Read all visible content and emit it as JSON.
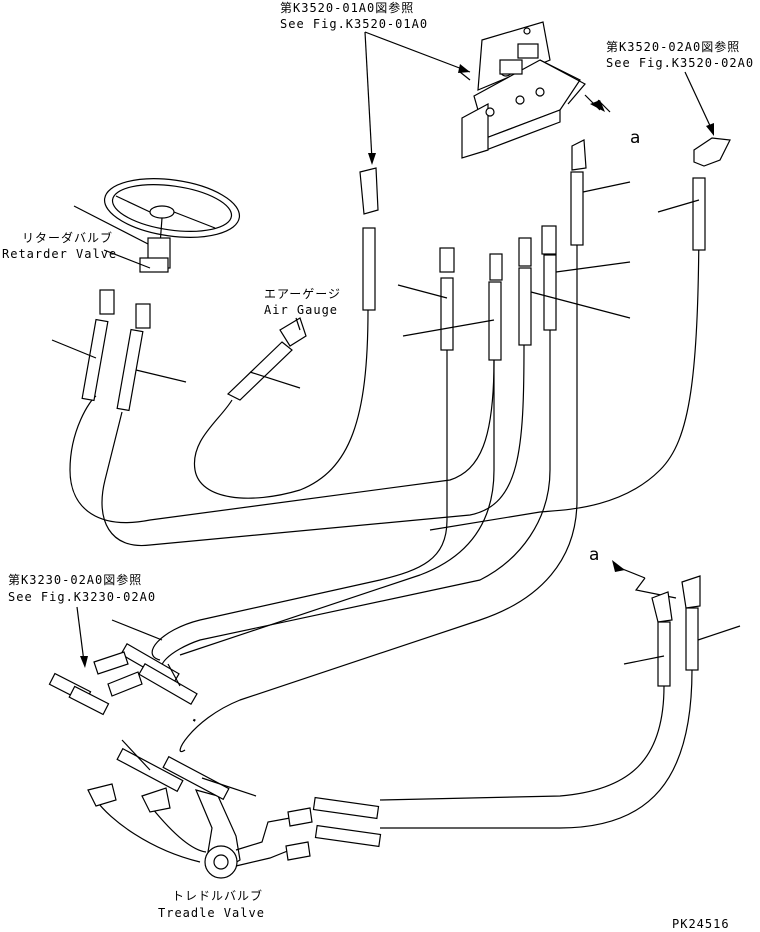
{
  "labels": {
    "ref_top_center": {
      "jp": "第K3520-01A0図参照",
      "en": "See Fig.K3520-01A0"
    },
    "ref_top_right": {
      "jp": "第K3520-02A0図参照",
      "en": "See Fig.K3520-02A0"
    },
    "ref_left": {
      "jp": "第K3230-02A0図参照",
      "en": "See Fig.K3230-02A0"
    },
    "retarder_valve": {
      "jp": "リターダバルブ",
      "en": "Retarder Valve"
    },
    "air_gauge": {
      "jp": "エアーゲージ",
      "en": "Air Gauge"
    },
    "treadle_valve": {
      "jp": "トレドルバルブ",
      "en": "Treadle Valve"
    },
    "callout_a_top": "a",
    "callout_a_bottom": "a",
    "drawing_code": "PK24516"
  }
}
